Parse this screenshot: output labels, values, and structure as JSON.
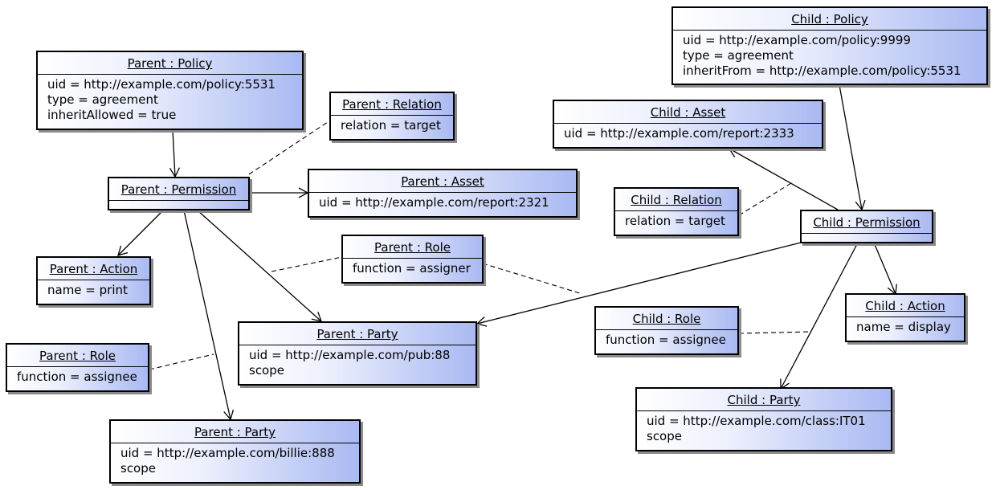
{
  "objects": [
    {
      "title": "Parent : Policy",
      "attrs": [
        "uid = http://example.com/policy:5531",
        "type = agreement",
        "inheritAllowed = true"
      ]
    },
    {
      "title": "Parent : Relation",
      "attrs": [
        "relation = target"
      ]
    },
    {
      "title": "Parent : Permission",
      "attrs": []
    },
    {
      "title": "Parent : Asset",
      "attrs": [
        "uid = http://example.com/report:2321"
      ]
    },
    {
      "title": "Parent : Action",
      "attrs": [
        "name = print"
      ]
    },
    {
      "title": "Parent : Role",
      "attrs": [
        "function = assigner"
      ]
    },
    {
      "title": "Parent : Party",
      "attrs": [
        "uid = http://example.com/pub:88",
        "scope"
      ]
    },
    {
      "title": "Parent : Role",
      "attrs": [
        "function = assignee"
      ]
    },
    {
      "title": "Parent : Party",
      "attrs": [
        "uid = http://example.com/billie:888",
        "scope"
      ]
    },
    {
      "title": "Child : Policy",
      "attrs": [
        "uid = http://example.com/policy:9999",
        "type = agreement",
        "inheritFrom = http://example.com/policy:5531"
      ]
    },
    {
      "title": "Child : Asset",
      "attrs": [
        "uid = http://example.com/report:2333"
      ]
    },
    {
      "title": "Child : Relation",
      "attrs": [
        "relation = target"
      ]
    },
    {
      "title": "Child : Permission",
      "attrs": []
    },
    {
      "title": "Child : Action",
      "attrs": [
        "name = display"
      ]
    },
    {
      "title": "Child : Role",
      "attrs": [
        "function = assignee"
      ]
    },
    {
      "title": "Child : Party",
      "attrs": [
        "uid = http://example.com/class:IT01",
        "scope"
      ]
    }
  ]
}
